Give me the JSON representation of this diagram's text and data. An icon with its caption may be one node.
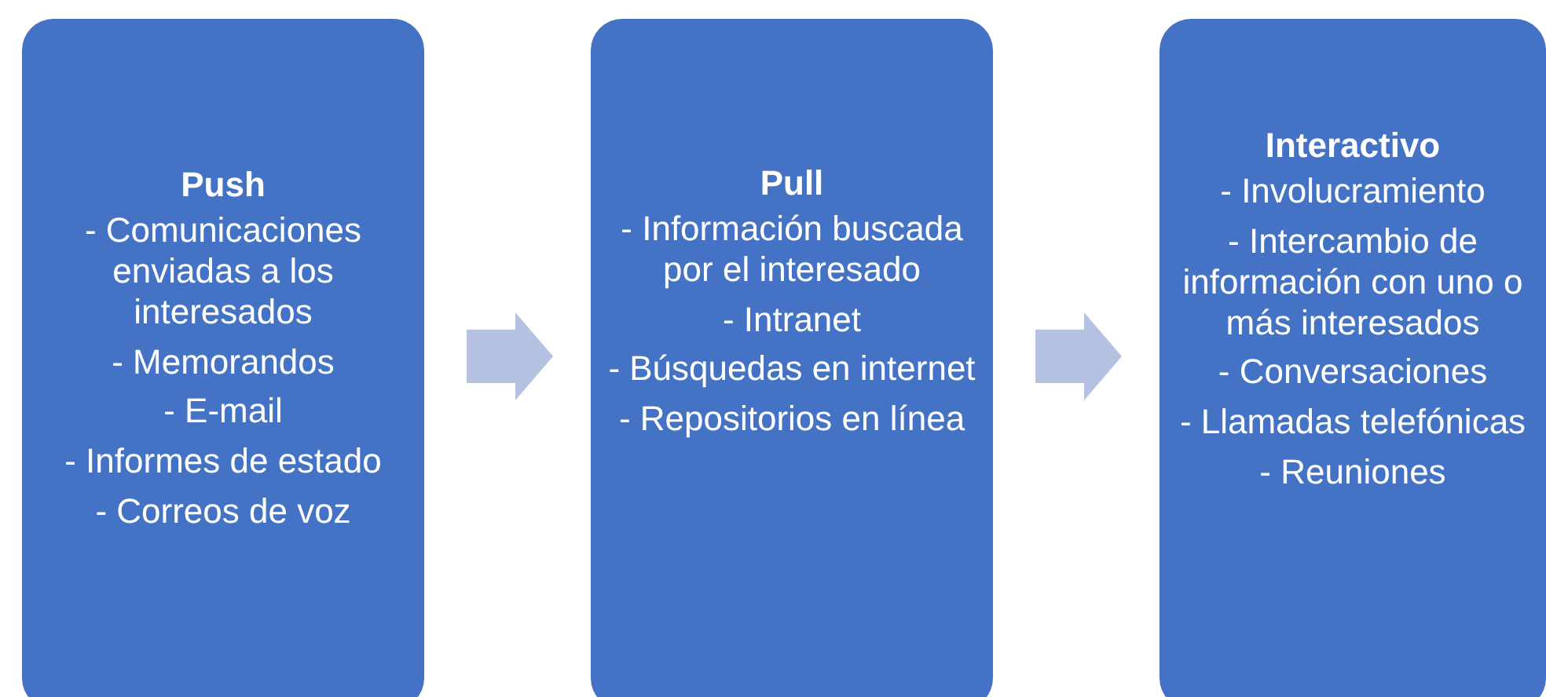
{
  "diagram": {
    "nodes": [
      {
        "text": [
          "Push",
          "- Comunicaciones enviadas a los interesados",
          "- Memorandos",
          "- E-mail",
          "- Informes de estado",
          "- Correos de voz"
        ]
      },
      {
        "text": [
          "Pull",
          "- Información buscada por el interesado",
          "- Intranet",
          "- Búsquedas en internet",
          "- Repositorios en línea"
        ]
      },
      {
        "text": [
          "Interactivo",
          "- Involucramiento",
          "- Intercambio de información con uno o más interesados",
          "- Conversaciones",
          "- Llamadas telefónicas",
          "- Reuniones"
        ]
      }
    ],
    "edges": [
      {
        "from": 0,
        "to": 1,
        "arrow": "to"
      },
      {
        "from": 1,
        "to": 2,
        "arrow": "to"
      }
    ]
  }
}
